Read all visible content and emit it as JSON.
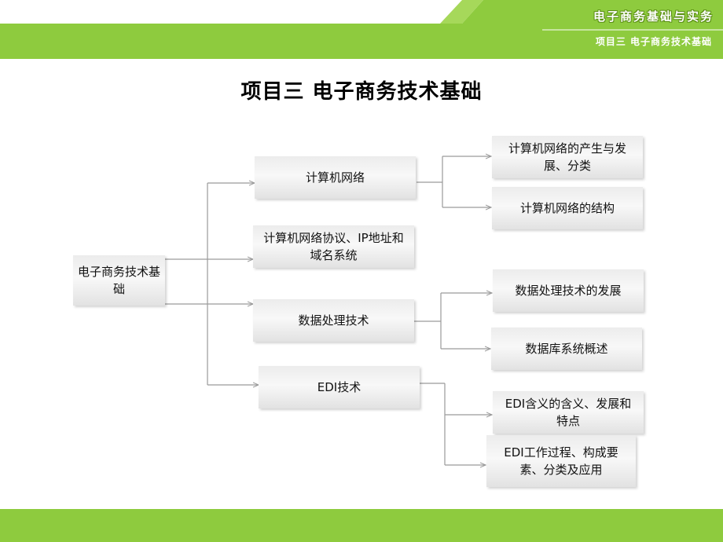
{
  "header": {
    "title": "电子商务基础与实务",
    "subtitle": "项目三  电子商务技术基础"
  },
  "slide": {
    "title": "项目三    电子商务技术基础"
  },
  "diagram": {
    "root": "电子商务技术基础",
    "branches": [
      {
        "label": "计算机网络",
        "children": [
          "计算机网络的产生与发展、分类",
          "计算机网络的结构"
        ]
      },
      {
        "label": "计算机网络协议、IP地址和域名系统",
        "children": []
      },
      {
        "label": "数据处理技术",
        "children": [
          "数据处理技术的发展",
          "数据库系统概述"
        ]
      },
      {
        "label": "EDI技术",
        "children": [
          "EDI含义的含义、发展和特点",
          "EDI工作过程、构成要素、分类及应用"
        ]
      }
    ]
  },
  "colors": {
    "accent_green": "#8ecb3e",
    "connector": "#9a9a9a"
  }
}
